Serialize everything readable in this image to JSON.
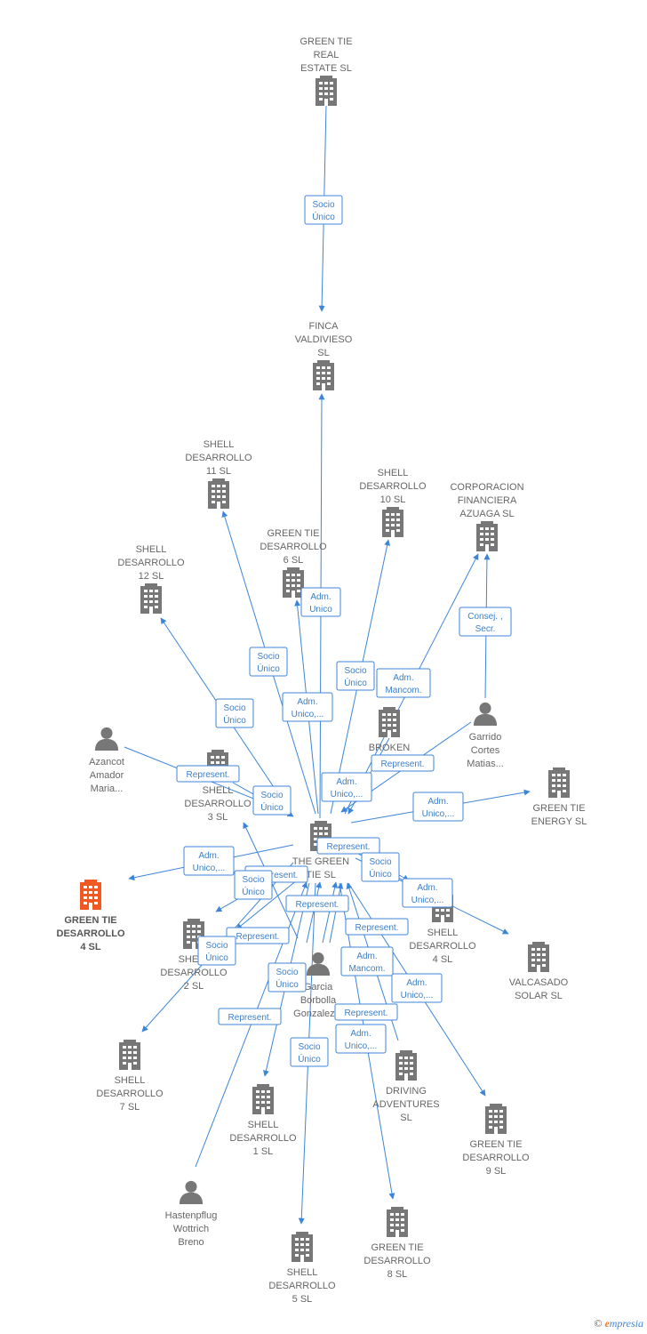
{
  "diagram": {
    "nodes": [
      {
        "id": "gt_real_estate",
        "type": "company",
        "label": [
          "GREEN TIE",
          "REAL",
          "ESTATE  SL"
        ]
      },
      {
        "id": "finca_valdivieso",
        "type": "company",
        "label": [
          "FINCA",
          "VALDIVIESO",
          "SL"
        ]
      },
      {
        "id": "shell_11",
        "type": "company",
        "label": [
          "SHELL",
          "DESARROLLO",
          "11  SL"
        ]
      },
      {
        "id": "shell_10",
        "type": "company",
        "label": [
          "SHELL",
          "DESARROLLO",
          "10  SL"
        ]
      },
      {
        "id": "corp_azuaga",
        "type": "company",
        "label": [
          "CORPORACION",
          "FINANCIERA",
          "AZUAGA  SL"
        ]
      },
      {
        "id": "shell_12",
        "type": "company",
        "label": [
          "SHELL",
          "DESARROLLO",
          "12  SL"
        ]
      },
      {
        "id": "gt_des_6",
        "type": "company",
        "label": [
          "GREEN TIE",
          "DESARROLLO",
          "6  SL"
        ]
      },
      {
        "id": "azancot",
        "type": "person",
        "label": [
          "Azancot",
          "Amador",
          "Maria..."
        ]
      },
      {
        "id": "broken",
        "type": "company",
        "label": [
          "BROKEN",
          "R..."
        ]
      },
      {
        "id": "garrido",
        "type": "person",
        "label": [
          "Garrido",
          "Cortes",
          "Matias..."
        ]
      },
      {
        "id": "shell_3",
        "type": "company",
        "label": [
          "SHELL",
          "DESARROLLO",
          "3  SL"
        ]
      },
      {
        "id": "gt_energy",
        "type": "company",
        "label": [
          "GREEN TIE",
          "ENERGY  SL"
        ]
      },
      {
        "id": "the_green_tie",
        "type": "company",
        "label": [
          "THE GREEN",
          "TIE  SL"
        ]
      },
      {
        "id": "gt_des_4",
        "type": "company",
        "highlight": true,
        "label": [
          "GREEN TIE",
          "DESARROLLO",
          "4  SL"
        ]
      },
      {
        "id": "shell_4",
        "type": "company",
        "label": [
          "SHELL",
          "DESARROLLO",
          "4  SL"
        ]
      },
      {
        "id": "shell_2",
        "type": "company",
        "label": [
          "SHELL",
          "DESARROLLO",
          "2  SL"
        ]
      },
      {
        "id": "valcasado",
        "type": "company",
        "label": [
          "VALCASADO",
          "SOLAR  SL"
        ]
      },
      {
        "id": "garcia",
        "type": "person",
        "label": [
          "Garcia",
          "Borbolla",
          "Gonzalez..."
        ]
      },
      {
        "id": "shell_7",
        "type": "company",
        "label": [
          "SHELL",
          "DESARROLLO",
          "7  SL"
        ]
      },
      {
        "id": "driving",
        "type": "company",
        "label": [
          "DRIVING",
          "ADVENTURES",
          "SL"
        ]
      },
      {
        "id": "shell_1",
        "type": "company",
        "label": [
          "SHELL",
          "DESARROLLO",
          "1  SL"
        ]
      },
      {
        "id": "gt_des_9",
        "type": "company",
        "label": [
          "GREEN TIE",
          "DESARROLLO",
          "9  SL"
        ]
      },
      {
        "id": "hastenpflug",
        "type": "person",
        "label": [
          "Hastenpflug",
          "Wottrich",
          "Breno"
        ]
      },
      {
        "id": "gt_des_8",
        "type": "company",
        "label": [
          "GREEN TIE",
          "DESARROLLO",
          "8  SL"
        ]
      },
      {
        "id": "shell_5",
        "type": "company",
        "label": [
          "SHELL",
          "DESARROLLO",
          "5  SL"
        ]
      }
    ],
    "edges": [
      {
        "id": "e_realestate_finca",
        "label": [
          "Socio",
          "Único"
        ]
      },
      {
        "id": "e_tgt_finca",
        "label": [
          "Adm.",
          "Unico"
        ]
      },
      {
        "id": "e_tgt_s11",
        "label": [
          "Socio",
          "Único"
        ]
      },
      {
        "id": "e_tgt_s12",
        "label": [
          "Socio",
          "Único"
        ]
      },
      {
        "id": "e_tgt_g6",
        "label": [
          "Adm.",
          "Unico,..."
        ]
      },
      {
        "id": "e_tgt_s10",
        "label": [
          "Socio",
          "Único"
        ]
      },
      {
        "id": "e_tgt_corp",
        "label": [
          "Adm.",
          "Mancom."
        ]
      },
      {
        "id": "e_garrido_corp",
        "label": [
          "Consej. ,",
          "Secr."
        ]
      },
      {
        "id": "e_garrido_tgt",
        "label": [
          "Represent."
        ]
      },
      {
        "id": "e_azancot_tgt",
        "label": [
          "Represent."
        ]
      },
      {
        "id": "e_s3_tgt",
        "label": [
          "Socio",
          "Único"
        ]
      },
      {
        "id": "e_broken_tgt",
        "label": [
          "Adm.",
          "Unico,..."
        ]
      },
      {
        "id": "e_tgt_energy",
        "label": [
          "Adm.",
          "Unico,..."
        ]
      },
      {
        "id": "e_tgt_g4",
        "label": [
          "Adm.",
          "Unico,..."
        ]
      },
      {
        "id": "e_tgt_s4",
        "label": [
          "Represent."
        ]
      },
      {
        "id": "e_tgt_valcasado",
        "label": [
          "Socio",
          "Único"
        ]
      },
      {
        "id": "e_tgt_s4b",
        "label": [
          "Adm.",
          "Unico,..."
        ]
      },
      {
        "id": "e_g4_rep",
        "label": [
          "Represent."
        ]
      },
      {
        "id": "e_s3_down",
        "label": [
          "Socio",
          "Único"
        ]
      },
      {
        "id": "e_s2_rep",
        "label": [
          "Represent."
        ]
      },
      {
        "id": "e_tgt_s7",
        "label": [
          "Socio",
          "Único"
        ]
      },
      {
        "id": "e_garcia_s2",
        "label": [
          "Represent."
        ]
      },
      {
        "id": "e_garcia_driving",
        "label": [
          "Represent."
        ]
      },
      {
        "id": "e_garcia_mancom",
        "label": [
          "Adm.",
          "Mancom."
        ]
      },
      {
        "id": "e_tgt_g9",
        "label": [
          "Adm.",
          "Unico,..."
        ]
      },
      {
        "id": "e_tgt_s1",
        "label": [
          "Socio",
          "Único"
        ]
      },
      {
        "id": "e_hast_tgt",
        "label": [
          "Represent."
        ]
      },
      {
        "id": "e_driving_rep",
        "label": [
          "Represent."
        ]
      },
      {
        "id": "e_tgt_g8",
        "label": [
          "Adm.",
          "Unico,..."
        ]
      },
      {
        "id": "e_tgt_s5",
        "label": [
          "Socio",
          "Único"
        ]
      }
    ]
  },
  "colors": {
    "edge": "#3d85d8",
    "node": "#777777",
    "highlight": "#f05a22",
    "label": "#666666"
  },
  "brand": {
    "copyright": "©",
    "initial": "e",
    "name": "mpresia"
  }
}
